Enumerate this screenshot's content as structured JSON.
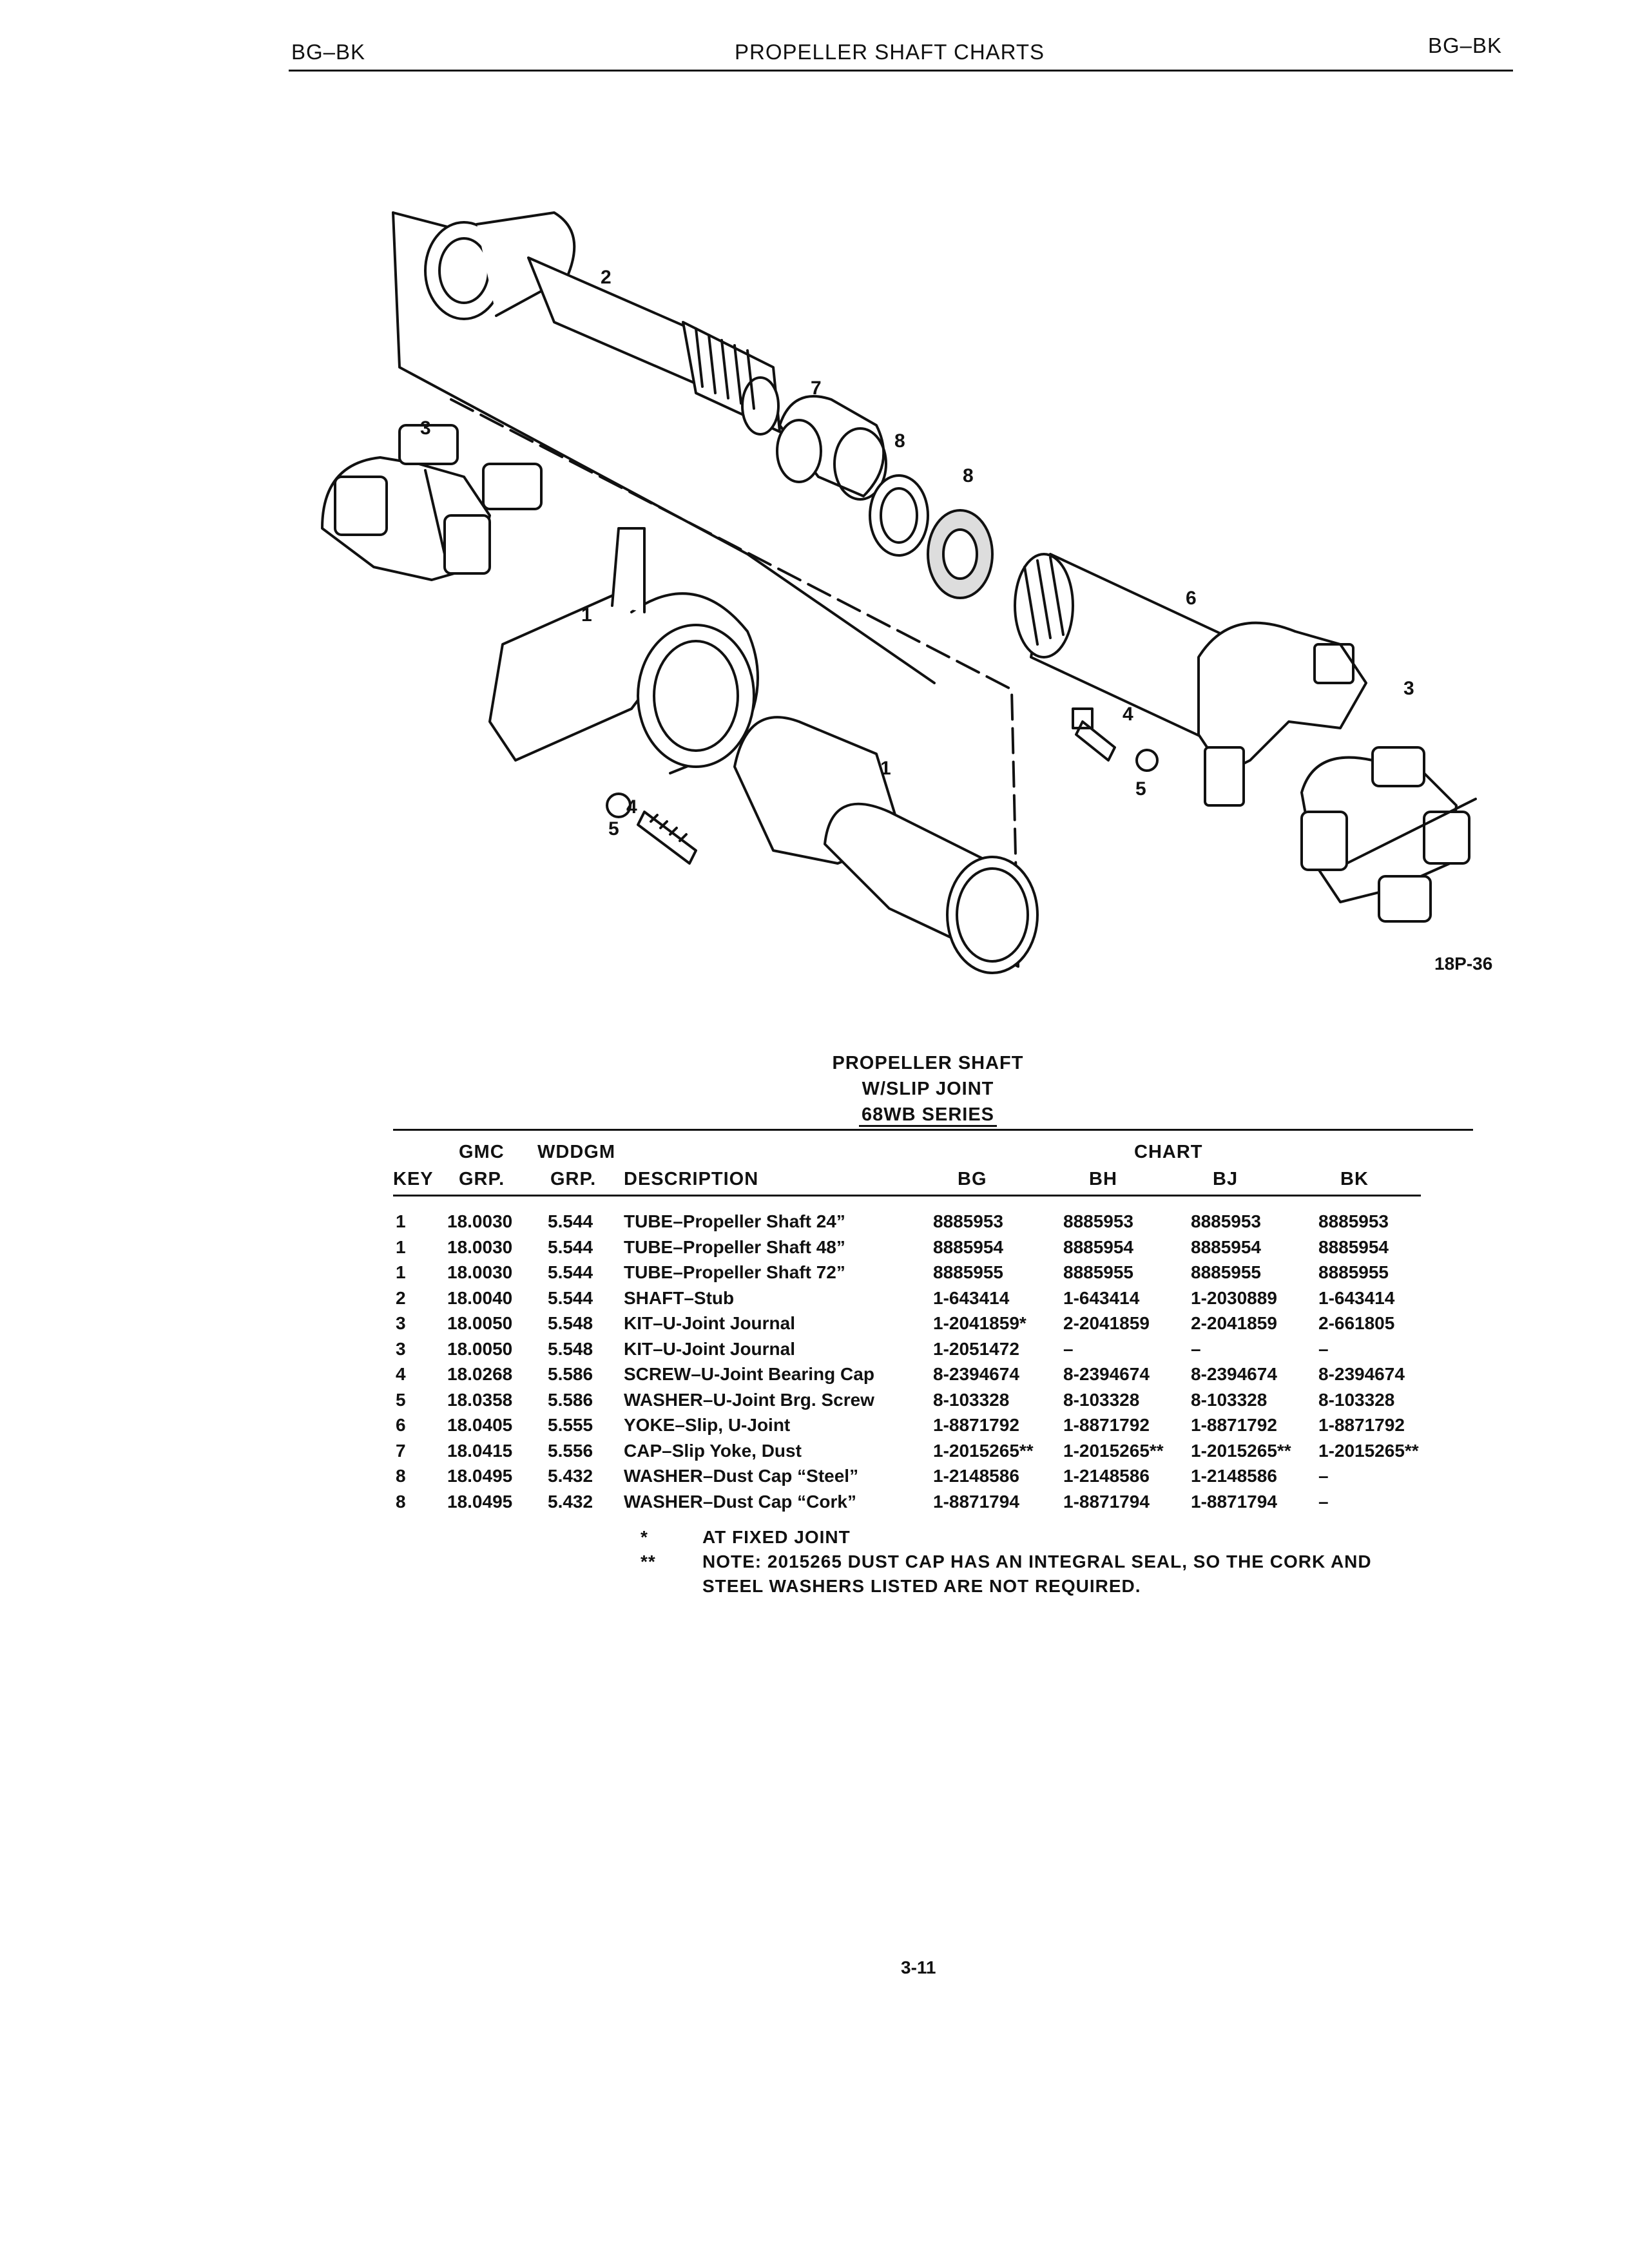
{
  "header": {
    "left": "BG–BK",
    "center": "PROPELLER SHAFT CHARTS",
    "right": "BG–BK"
  },
  "diagram": {
    "callouts": [
      "2",
      "7",
      "8",
      "8",
      "3",
      "1",
      "6",
      "4",
      "5",
      "3",
      "1",
      "4",
      "5"
    ],
    "figure_id": "18P-36"
  },
  "table": {
    "title_lines": [
      "PROPELLER SHAFT",
      "W/SLIP JOINT",
      "68WB SERIES"
    ],
    "headers": {
      "gmc": "GMC",
      "wddgm": "WDDGM",
      "chart": "CHART",
      "key": "KEY",
      "grp1": "GRP.",
      "grp2": "GRP.",
      "description": "DESCRIPTION",
      "bg": "BG",
      "bh": "BH",
      "bj": "BJ",
      "bk": "BK"
    },
    "rows": [
      {
        "key": "1",
        "gmc": "18.0030",
        "wddgm": "5.544",
        "desc": "TUBE–Propeller Shaft 24”",
        "bg": "8885953",
        "bh": "8885953",
        "bj": "8885953",
        "bk": "8885953"
      },
      {
        "key": "1",
        "gmc": "18.0030",
        "wddgm": "5.544",
        "desc": "TUBE–Propeller Shaft 48”",
        "bg": "8885954",
        "bh": "8885954",
        "bj": "8885954",
        "bk": "8885954"
      },
      {
        "key": "1",
        "gmc": "18.0030",
        "wddgm": "5.544",
        "desc": "TUBE–Propeller Shaft 72”",
        "bg": "8885955",
        "bh": "8885955",
        "bj": "8885955",
        "bk": "8885955"
      },
      {
        "key": "2",
        "gmc": "18.0040",
        "wddgm": "5.544",
        "desc": "SHAFT–Stub",
        "bg": "1-643414",
        "bh": "1-643414",
        "bj": "1-2030889",
        "bk": "1-643414"
      },
      {
        "key": "3",
        "gmc": "18.0050",
        "wddgm": "5.548",
        "desc": "KIT–U-Joint Journal",
        "bg": "1-2041859*",
        "bh": "2-2041859",
        "bj": "2-2041859",
        "bk": "2-661805"
      },
      {
        "key": "3",
        "gmc": "18.0050",
        "wddgm": "5.548",
        "desc": "KIT–U-Joint Journal",
        "bg": "1-2051472",
        "bh": "–",
        "bj": "–",
        "bk": "–"
      },
      {
        "key": "4",
        "gmc": "18.0268",
        "wddgm": "5.586",
        "desc": "SCREW–U-Joint Bearing Cap",
        "bg": "8-2394674",
        "bh": "8-2394674",
        "bj": "8-2394674",
        "bk": "8-2394674"
      },
      {
        "key": "5",
        "gmc": "18.0358",
        "wddgm": "5.586",
        "desc": "WASHER–U-Joint Brg. Screw",
        "bg": "8-103328",
        "bh": "8-103328",
        "bj": "8-103328",
        "bk": "8-103328"
      },
      {
        "key": "6",
        "gmc": "18.0405",
        "wddgm": "5.555",
        "desc": "YOKE–Slip, U-Joint",
        "bg": "1-8871792",
        "bh": "1-8871792",
        "bj": "1-8871792",
        "bk": "1-8871792"
      },
      {
        "key": "7",
        "gmc": "18.0415",
        "wddgm": "5.556",
        "desc": "CAP–Slip Yoke, Dust",
        "bg": "1-2015265**",
        "bh": "1-2015265**",
        "bj": "1-2015265**",
        "bk": "1-2015265**"
      },
      {
        "key": "8",
        "gmc": "18.0495",
        "wddgm": "5.432",
        "desc": "WASHER–Dust Cap “Steel”",
        "bg": "1-2148586",
        "bh": "1-2148586",
        "bj": "1-2148586",
        "bk": "–"
      },
      {
        "key": "8",
        "gmc": "18.0495",
        "wddgm": "5.432",
        "desc": "WASHER–Dust Cap “Cork”",
        "bg": "1-8871794",
        "bh": "1-8871794",
        "bj": "1-8871794",
        "bk": "–"
      }
    ],
    "notes": [
      {
        "symbol": "*",
        "text": "AT FIXED JOINT"
      },
      {
        "symbol": "**",
        "text": "NOTE: 2015265 DUST CAP HAS AN INTEGRAL SEAL, SO THE CORK AND"
      },
      {
        "symbol": "",
        "text": "STEEL WASHERS LISTED ARE NOT REQUIRED."
      }
    ]
  },
  "page_number": "3-11"
}
